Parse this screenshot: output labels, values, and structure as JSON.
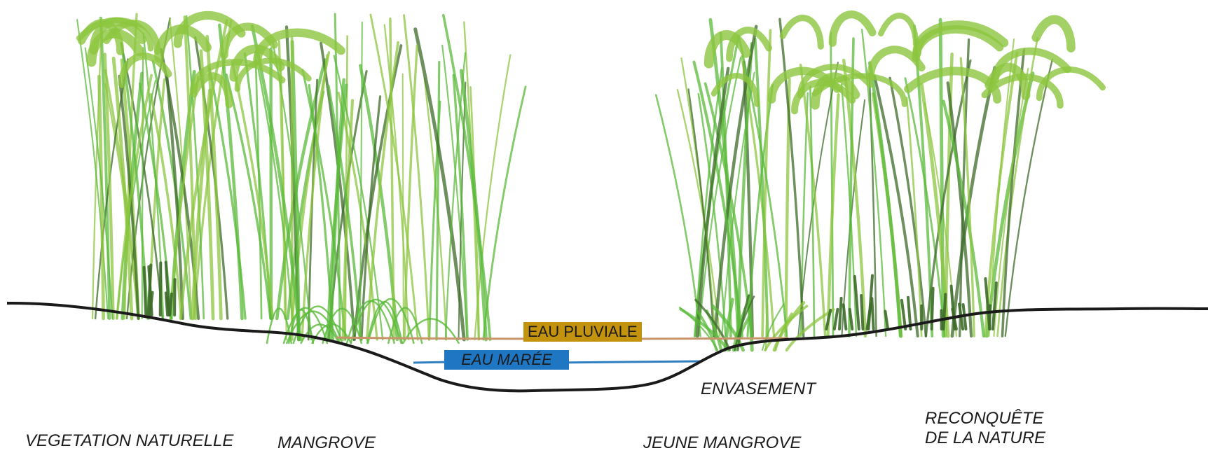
{
  "diagram": {
    "water_labels": {
      "rain_water": "EAU PLUVIALE",
      "tide_water": "EAU MARÉE"
    },
    "zone_labels": {
      "natural_vegetation": "VEGETATION NATURELLE",
      "mangrove": "MANGROVE",
      "young_mangrove": "JEUNE MANGROVE",
      "siltation": "ENVASEMENT",
      "reconquest_line1": "RECONQUÊTE",
      "reconquest_line2": "DE LA NATURE"
    },
    "colors": {
      "ground_line": "#1a1a1a",
      "rain_water_line": "#c8946a",
      "tide_water_line": "#2f7ec0",
      "rain_tag": "#c4930e",
      "tide_tag": "#1f77c4",
      "vegetation_light": "#8cc63f",
      "vegetation_mid": "#5aba3a",
      "vegetation_dark": "#3d6b2a"
    }
  }
}
